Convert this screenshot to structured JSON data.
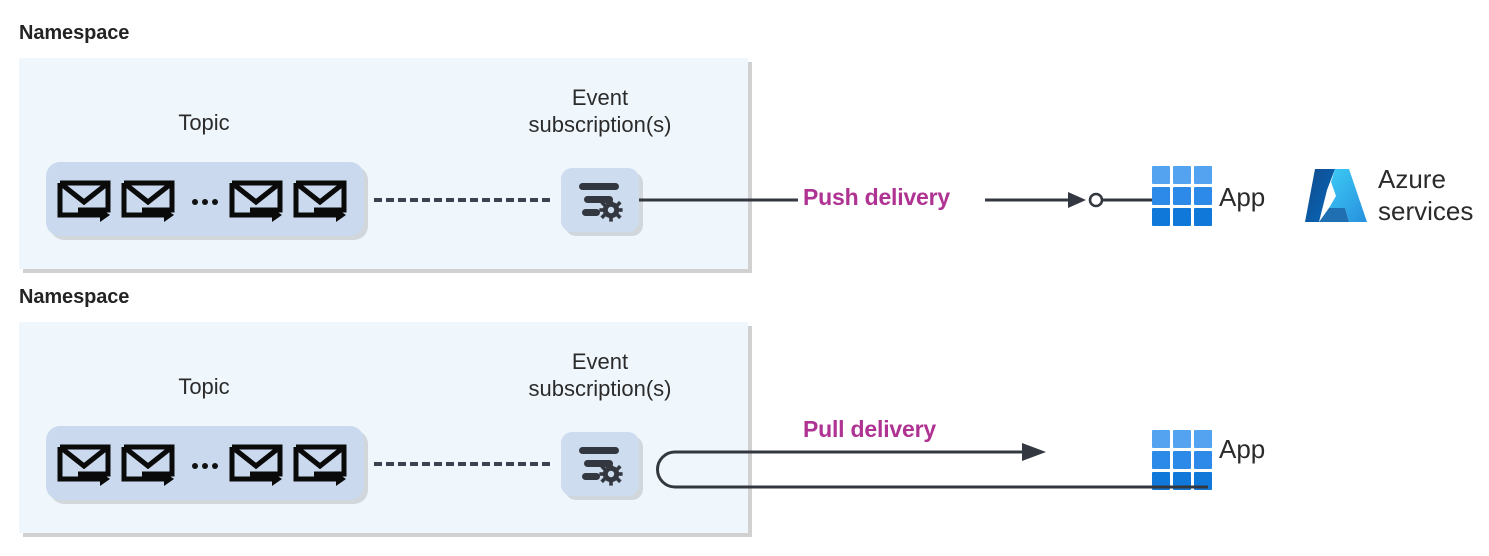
{
  "diagram": {
    "title_push_row": "Namespace",
    "title_pull_row": "Namespace",
    "colors": {
      "namespace_fill": "#f0f7fc",
      "topic_fill": "#cbd9ee",
      "subscription_fill": "#cedcf0",
      "delivery_label": "#af3392",
      "line": "#33373f",
      "app_blue_light": "#50a0ef",
      "app_blue_dark": "#0f7ce0",
      "azure_blue": "#0f6cbd"
    }
  },
  "rows": [
    {
      "namespace_label": "Namespace",
      "topic_label": "Topic",
      "subscription_label": "Event\nsubscription(s)",
      "topic_icon": "envelope-arrow-icon",
      "topic_icon_count": 4,
      "topic_ellipsis": "•••",
      "subscription_icon": "filter-gear-icon",
      "delivery_label": "Push delivery",
      "delivery_mode": "push",
      "endpoints": [
        {
          "icon": "app-grid-icon",
          "label": "App"
        },
        {
          "icon": "azure-logo-icon",
          "label": "Azure\nservices"
        }
      ]
    },
    {
      "namespace_label": "Namespace",
      "topic_label": "Topic",
      "subscription_label": "Event\nsubscription(s)",
      "topic_icon": "envelope-arrow-icon",
      "topic_icon_count": 4,
      "topic_ellipsis": "•••",
      "subscription_icon": "filter-gear-icon",
      "delivery_label": "Pull delivery",
      "delivery_mode": "pull",
      "endpoints": [
        {
          "icon": "app-grid-icon",
          "label": "App"
        }
      ]
    }
  ]
}
